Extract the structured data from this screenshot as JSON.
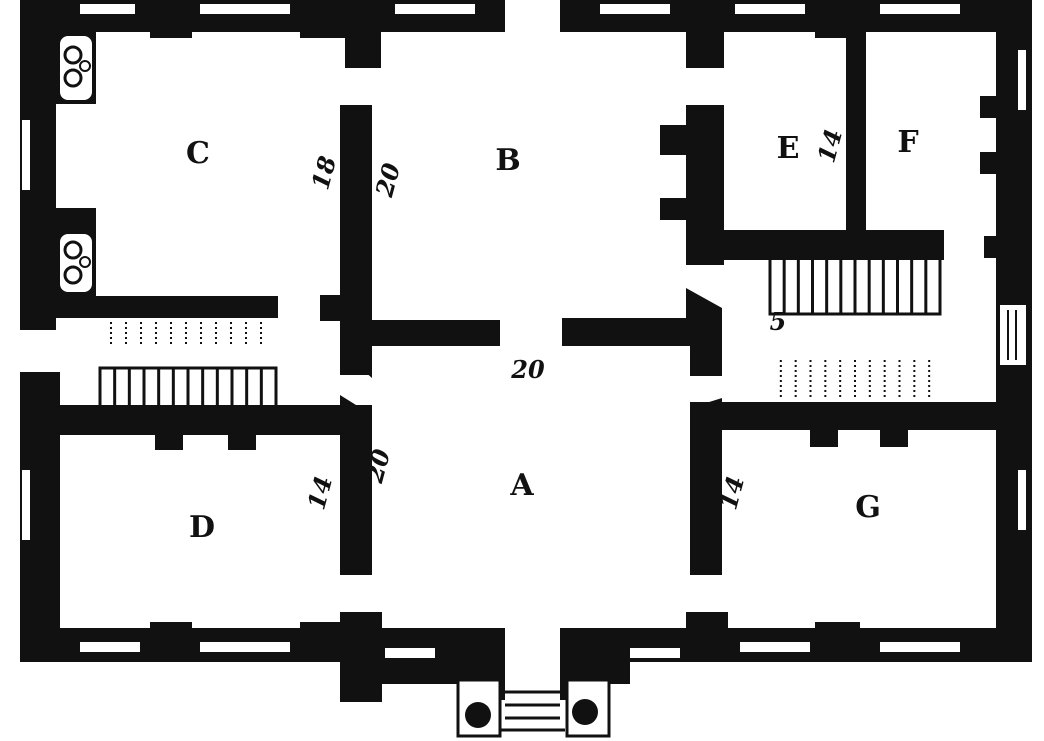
{
  "rooms": {
    "a": "A",
    "b": "B",
    "c": "C",
    "d": "D",
    "e": "E",
    "f": "F",
    "g": "G"
  },
  "dimensions": {
    "hall_width": "20",
    "b_left": "18",
    "b_right": "20",
    "a_left": "20",
    "d_right": "14",
    "g_left": "14",
    "ef_between": "14",
    "stair_mark": "5"
  },
  "colors": {
    "ink": "#111111",
    "paper": "#ffffff"
  }
}
